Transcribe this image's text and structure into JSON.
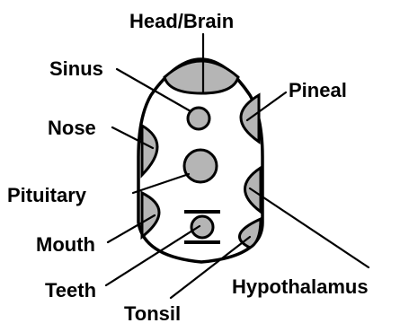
{
  "diagram": {
    "labels": {
      "head_brain": "Head/Brain",
      "sinus": "Sinus",
      "pineal": "Pineal",
      "nose": "Nose",
      "pituitary": "Pituitary",
      "mouth": "Mouth",
      "teeth": "Teeth",
      "tonsil": "Tonsil",
      "hypothalamus": "Hypothalamus"
    },
    "colors": {
      "zone_fill": "#b5b5b5",
      "outline": "#000000",
      "background": "#ffffff"
    }
  }
}
